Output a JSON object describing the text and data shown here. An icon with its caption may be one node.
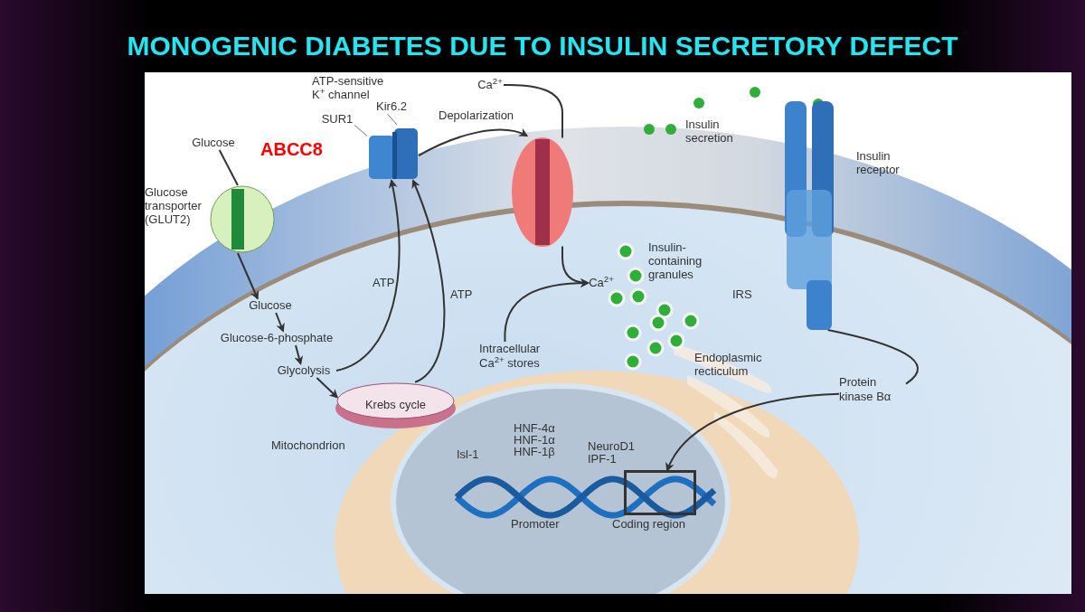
{
  "diagram": {
    "title": "MONOGENIC DIABETES DUE TO INSULIN SECRETORY DEFECT",
    "nodes": [
      {
        "text": [
          "Glucose"
        ]
      },
      {
        "text": [
          "Glucose"
        ]
      },
      {
        "text": [
          "Glucose-6-phosphate"
        ]
      },
      {
        "text": [
          "Glycolysis"
        ]
      },
      {
        "text": [
          "Krebs cycle"
        ],
        "beside": [
          "Mitochondrion"
        ]
      },
      {
        "text": [],
        "shape": "picture"
      },
      {
        "text": [
          "SUR1"
        ]
      },
      {
        "text": [
          "Kir6.2"
        ]
      },
      {
        "text": [],
        "shape": "picture"
      },
      {
        "text": [
          "Ca$^{2+}$"
        ]
      },
      {
        "text": [
          "Ca$^{2+}$"
        ]
      },
      {
        "text": [
          "Intracellular Ca$^{2+}$ stores"
        ]
      },
      {
        "text": [],
        "shape": "picture",
        "beside": [
          "Insulin receptor",
          "IRS"
        ]
      },
      {
        "text": [
          "Protein kinase Bα"
        ]
      },
      {
        "text": [],
        "shape": "box",
        "beside": [
          "Coding region"
        ]
      },
      {
        "text": [],
        "shape": "picture",
        "beside": [
          "Glucose transporter (GLUT2)"
        ]
      }
    ],
    "edges": [
      {
        "from": 0,
        "to": 15,
        "arrow": "none"
      },
      {
        "from": 1,
        "to": 2,
        "arrow": "to"
      },
      {
        "from": 2,
        "to": 3,
        "arrow": "to"
      },
      {
        "from": 3,
        "to": 4,
        "arrow": "to"
      },
      {
        "from": 3,
        "to": 5,
        "arrow": "to",
        "label": "ATP"
      },
      {
        "from": 4,
        "to": 5,
        "arrow": "to",
        "label": "ATP"
      },
      {
        "from": 5,
        "to": 8,
        "arrow": "to",
        "label": "Depolarization"
      },
      {
        "from": 9,
        "to": 8,
        "arrow": "none"
      },
      {
        "from": 11,
        "to": 10,
        "arrow": "to"
      },
      {
        "from": 12,
        "to": 13,
        "arrow": "none"
      },
      {
        "from": 13,
        "to": 14,
        "arrow": "to"
      },
      {
        "from": 6,
        "to": 5,
        "arrow": "none"
      },
      {
        "from": 7,
        "to": 5,
        "arrow": "none"
      },
      {
        "from": 15,
        "to": 1,
        "arrow": "to"
      },
      {
        "from": 8,
        "to": 10,
        "arrow": "to"
      }
    ],
    "labels": [
      "ATP-sensitive K$^{+}$ channel",
      "ABCC8",
      "Insulin secretion",
      "Insulin-containing granules",
      "Endoplasmic recticulum",
      "Isl-1",
      "HNF-4α",
      "HNF-1α",
      "HNF-1β",
      "NeuroD1",
      "IPF-1",
      "Promoter"
    ]
  }
}
